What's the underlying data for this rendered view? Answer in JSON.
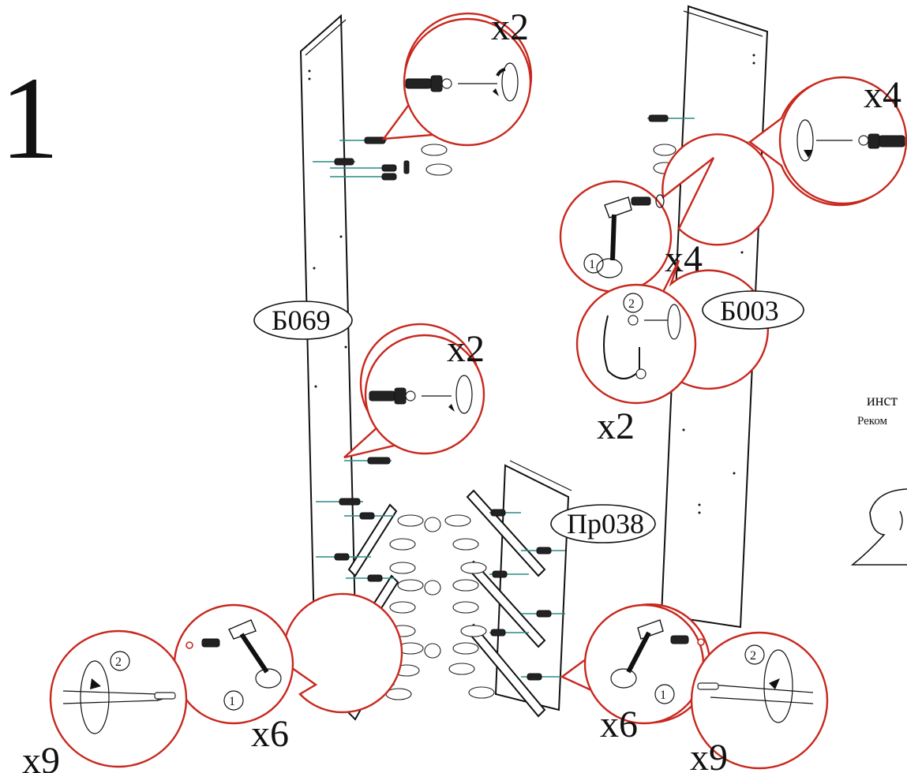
{
  "step": {
    "number": "1"
  },
  "panels": {
    "left_label": "Б069",
    "right_label": "Б003",
    "shelf_label": "Пр038"
  },
  "quantities": {
    "top_left_cam": "x2",
    "top_right_cam": "x4",
    "hammer_right": "x4",
    "hook_screw": "x2",
    "mid_left_cam": "x2",
    "bottom_left_dowel": "x6",
    "bottom_left_screw": "x9",
    "bottom_right_dowel": "x6",
    "bottom_right_screw": "x9"
  },
  "markers": {
    "step_1": "1",
    "step_2": "2"
  },
  "side_text": {
    "line1": "инст",
    "line2": "Реком"
  },
  "colors": {
    "callout": "#c8281e",
    "guide": "#2a8a86",
    "ink": "#111111"
  }
}
